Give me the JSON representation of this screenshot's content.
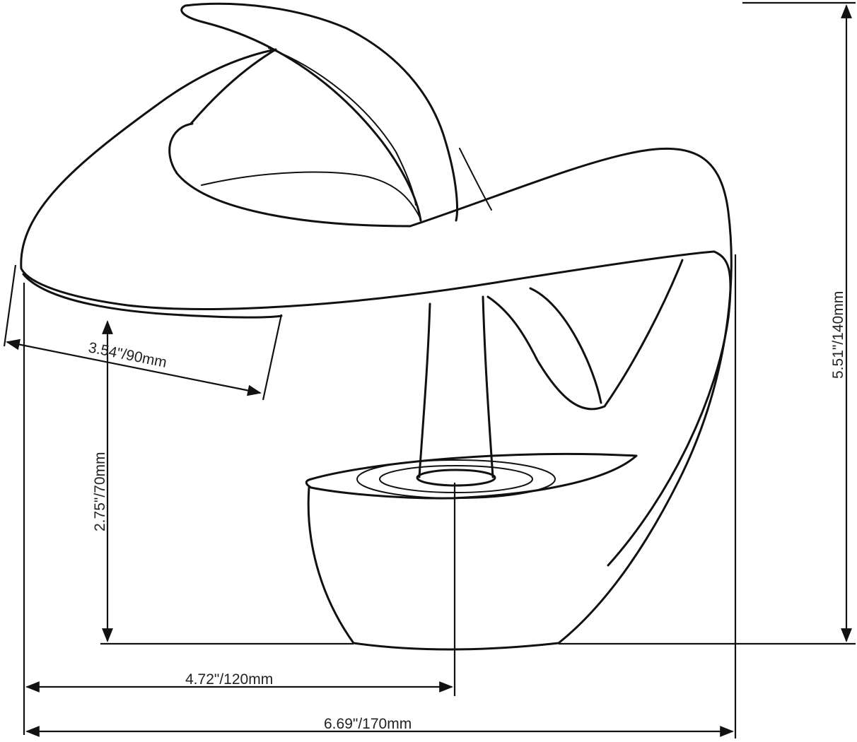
{
  "dimensions": {
    "spout_reach": "3.54\"/90mm",
    "spout_height": "2.75\"/70mm",
    "center_to_back": "4.72\"/120mm",
    "total_length": "6.69\"/170mm",
    "total_height": "5.51\"/140mm"
  }
}
